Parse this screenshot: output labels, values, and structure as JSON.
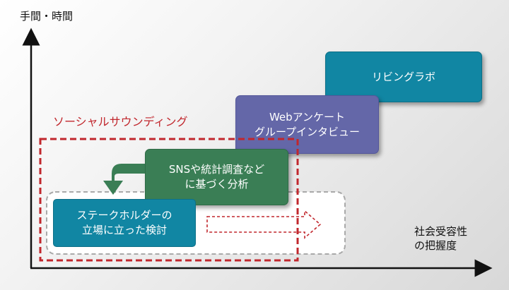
{
  "axes": {
    "y_label": "手間・時間",
    "x_label": "社会受容性\nの把握度"
  },
  "items": {
    "living_lab": "リビングラボ",
    "web_survey": "Webアンケート\nグループインタビュー",
    "sns_analysis": "SNSや統計調査など\nに基づく分析",
    "stakeholder_review": "ステークホルダーの\n立場に立った検討"
  },
  "group_label": "ソーシャルサウンディング",
  "colors": {
    "teal": "#1186a3",
    "purple": "#6467a8",
    "green": "#3a7e55",
    "red": "#c1272d",
    "axis": "#111111"
  }
}
